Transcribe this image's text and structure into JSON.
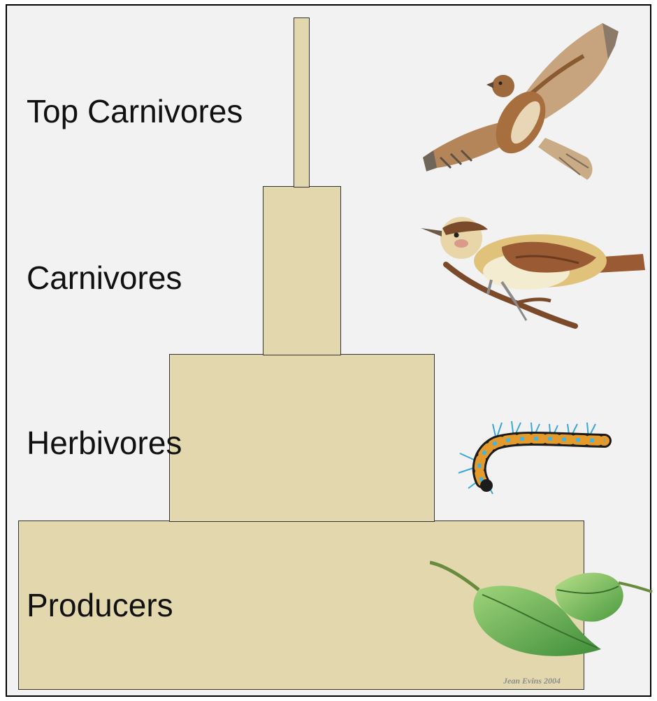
{
  "pyramid": {
    "levels": [
      {
        "label": "Top Carnivores",
        "icon": "hawk-icon"
      },
      {
        "label": "Carnivores",
        "icon": "songbird-icon"
      },
      {
        "label": "Herbivores",
        "icon": "caterpillar-icon"
      },
      {
        "label": "Producers",
        "icon": "leaves-icon"
      }
    ],
    "fill_color": "#e3d8ad",
    "background_color": "#f2f2f2",
    "border_color": "#000000"
  },
  "credit": "Jean Evins 2004"
}
